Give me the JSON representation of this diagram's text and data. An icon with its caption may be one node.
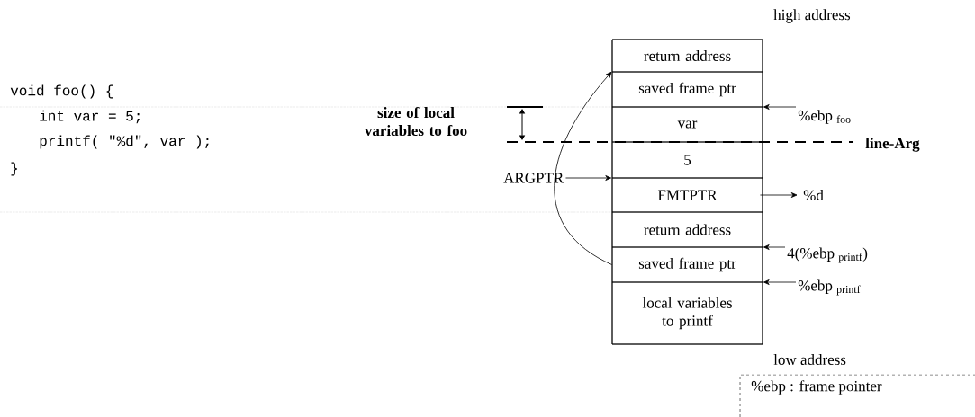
{
  "diagram": {
    "nodes": [
      {
        "text": [],
        "shape": "box"
      },
      {
        "text": [
          "return address"
        ],
        "in": 0
      },
      {
        "text": [
          "saved frame ptr"
        ],
        "in": 0
      },
      {
        "text": [
          "var"
        ],
        "in": 0
      },
      {
        "text": [
          "5"
        ],
        "in": 0
      },
      {
        "text": [
          "FMTPTR"
        ],
        "in": 0
      },
      {
        "text": [
          "return address"
        ],
        "in": 0
      },
      {
        "text": [
          "saved frame ptr"
        ],
        "in": 0
      },
      {
        "text": [
          "local variables to printf"
        ],
        "in": 0
      },
      {
        "text": [
          "%ebp $_{foo}$"
        ]
      },
      {
        "text": [
          "%d"
        ]
      },
      {
        "text": [
          "ARGPTR"
        ]
      },
      {
        "text": [
          "4(%ebp $_{printf}$)"
        ]
      },
      {
        "text": [
          "%ebp $_{printf}$"
        ]
      },
      {
        "text": [
          "%ebp : frame pointer"
        ]
      }
    ],
    "edges": [
      {
        "from": 9,
        "to": 0,
        "arrow": "to"
      },
      {
        "from": 5,
        "to": 10,
        "arrow": "to"
      },
      {
        "from": 11,
        "to": 0,
        "arrow": "to"
      },
      {
        "from": 12,
        "to": 0,
        "arrow": "to"
      },
      {
        "from": 13,
        "to": 0,
        "arrow": "to"
      },
      {
        "from": 7,
        "to": 2,
        "arrow": "to"
      }
    ],
    "labels": [
      "high address",
      "void foo() {",
      "int var = 5;",
      "printf( \"%d\", var );",
      "}",
      "size of local variables to foo",
      "line-Arg",
      "low address"
    ]
  }
}
